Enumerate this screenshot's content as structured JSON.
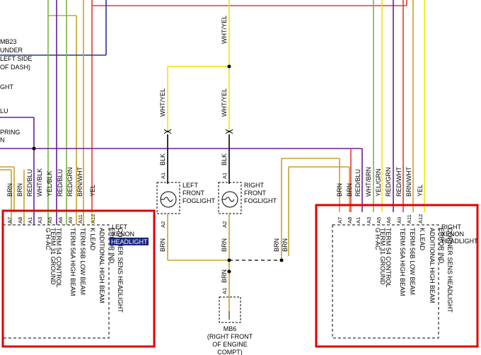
{
  "left_labels": {
    "mb23": [
      "MB23",
      "UNDER",
      "LEFT SIDE",
      "OF DASH)"
    ],
    "ght": "GHT",
    "blu_fragment": "LU",
    "spring": [
      "PRING",
      "N"
    ]
  },
  "left_module": {
    "wire_colors": [
      "BRN",
      "BRN",
      "RED/BLU",
      "WHT/BLK",
      "YEL/BLK",
      "RED/BLU",
      "RED/GRN",
      "BRN/WHT",
      "YEL"
    ],
    "pins": [
      "A7",
      "A8",
      "A1",
      "A3",
      "A5",
      "A6",
      "A9",
      "A11",
      "A12"
    ],
    "functions": [
      "G H-AC",
      "TERM 31 GROUND",
      "TERM 54 CONTROL",
      "TERM 56A HIGH BEAM",
      "TERM 56B LOW BEAM",
      "K LEAD",
      "ADDITIONAL HIGH BEAM",
      "ERROR IND",
      "CORNER SENS HEADLIGHT"
    ],
    "title": [
      "LEFT",
      "XENON",
      "HEADLIGHT"
    ]
  },
  "right_module": {
    "wire_colors": [
      "BRN",
      "BRN",
      "RED/BLU",
      "WHT/BRN",
      "YEL/GRN",
      "RED/GRN",
      "RED/WHT",
      "BRN/WHT",
      "YEL"
    ],
    "pins": [
      "A7",
      "A8",
      "A1",
      "A3",
      "A5",
      "A6",
      "A9",
      "A11",
      "A12"
    ],
    "functions": [
      "G H-AC",
      "TERM 31 GROUND",
      "TERM 54 CONTROL",
      "TERM 56A HIGH BEAM",
      "TERM 56B LOW BEAM",
      "K LEAD",
      "ADDITIONAL HIGH BEAM",
      "ERROR IND",
      "CORNER SENS HEADLIGHT"
    ],
    "title": [
      "RIGHT",
      "XENON",
      "HEADLIGHT"
    ]
  },
  "foglights": {
    "left": {
      "name": [
        "LEFT",
        "FRONT",
        "FOGLIGHT"
      ],
      "top_wire": "WHT/YEL",
      "blk_wire": "BLK",
      "pin_top": "A1",
      "pin_bottom": "A2",
      "bottom_wire": "BRN"
    },
    "right": {
      "name": [
        "RIGHT",
        "FRONT",
        "FOGLIGHT"
      ],
      "top_wire": "WHT/YEL",
      "blk_wire": "BLK",
      "pin_top": "A1",
      "pin_bottom": "A2",
      "bottom_wire": "BRN"
    },
    "feed_wire": "WHT/YEL"
  },
  "ground": {
    "wire": "BRN",
    "pin": "A1",
    "name": [
      "MB6",
      "(RIGHT FRONT",
      "OF ENGINE",
      "COMPT)"
    ],
    "branch_wires": [
      "BRN",
      "BRN"
    ]
  },
  "colors": {
    "red": "#e53935",
    "blue": "#283593",
    "purple": "#6a1b9a",
    "brown": "#b8860b",
    "yellow": "#f2e600",
    "green": "#7cb342",
    "highlight_box": "#e00000"
  }
}
